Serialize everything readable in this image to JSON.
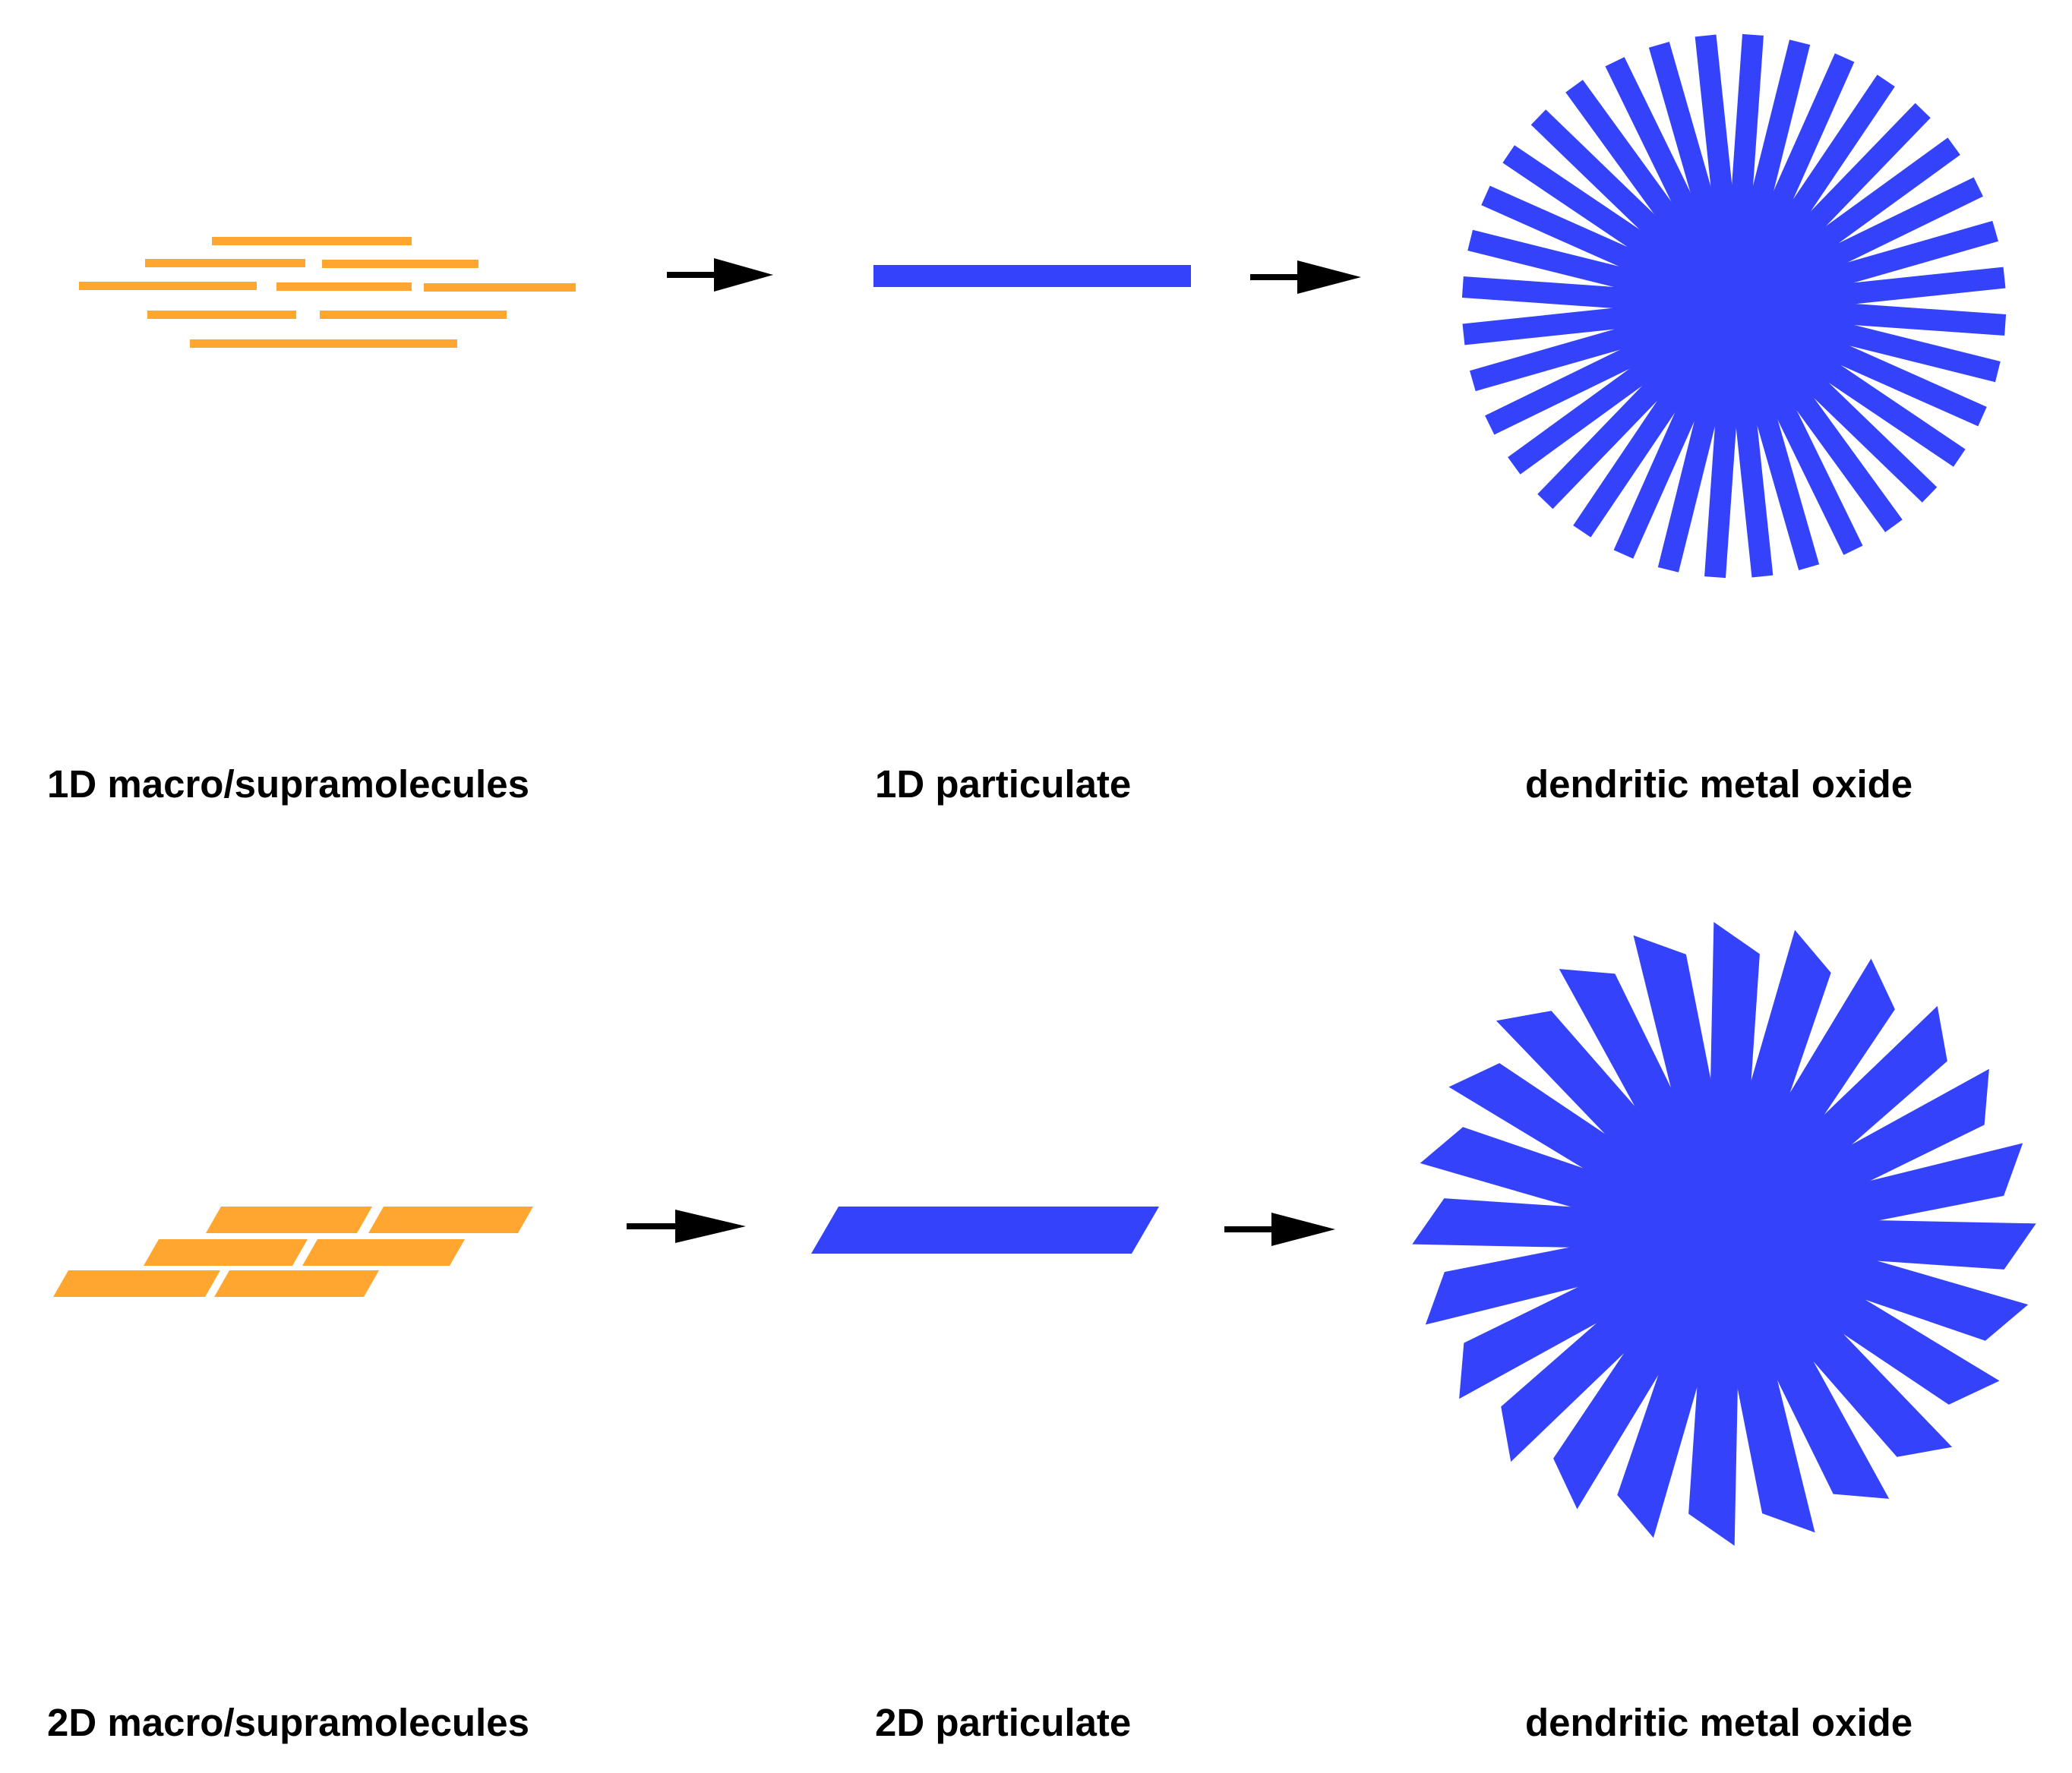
{
  "colors": {
    "precursor": "#FFA630",
    "particle": "#3443FA",
    "arrow": "#000000",
    "background": "#FFFFFF"
  },
  "rows": [
    {
      "labels": [
        "1D macro/supramolecules",
        "1D particulate",
        "dendritic metal oxide"
      ],
      "star_rays": 36,
      "ray_shape": "rod"
    },
    {
      "labels": [
        "2D macro/supramolecules",
        "2D particulate",
        "dendritic metal oxide"
      ],
      "star_rays": 24,
      "ray_shape": "sheet"
    }
  ],
  "icons": [
    "arrow-right-icon"
  ]
}
